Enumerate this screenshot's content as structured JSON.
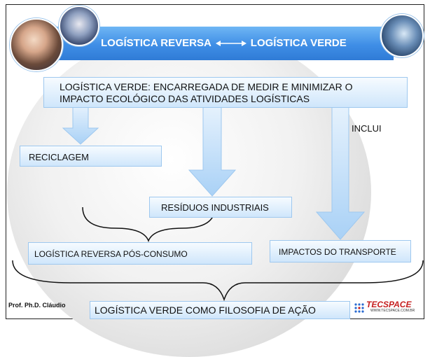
{
  "banner": {
    "left_label": "LOGÍSTICA REVERSA",
    "right_label": "LOGÍSTICA VERDE"
  },
  "diagram": {
    "main_box": "LOGÍSTICA VERDE: ENCARREGADA DE MEDIR E MINIMIZAR O IMPACTO ECOLÓGICO DAS ATIVIDADES LOGÍSTICAS",
    "inclui_label": "INCLUI",
    "reciclagem": "RECICLAGEM",
    "residuos": "RESÍDUOS INDUSTRIAIS",
    "reversa_pos_consumo": "LOGÍSTICA REVERSA PÓS-CONSUMO",
    "impactos_transporte": "IMPACTOS DO TRANSPORTE",
    "filosofia": "LOGÍSTICA VERDE COMO FILOSOFIA DE AÇÃO"
  },
  "footer": {
    "author": "Prof. Ph.D. Cláudio",
    "logo_text": "TECSPACE",
    "logo_subtext": "WWW.TECSPACE.COM.BR"
  },
  "colors": {
    "banner_blue": "#3f8ee6",
    "box_light_blue": "#cfe6fb",
    "arrow_blue": "#bcdcf8",
    "logo_red": "#c62020"
  }
}
